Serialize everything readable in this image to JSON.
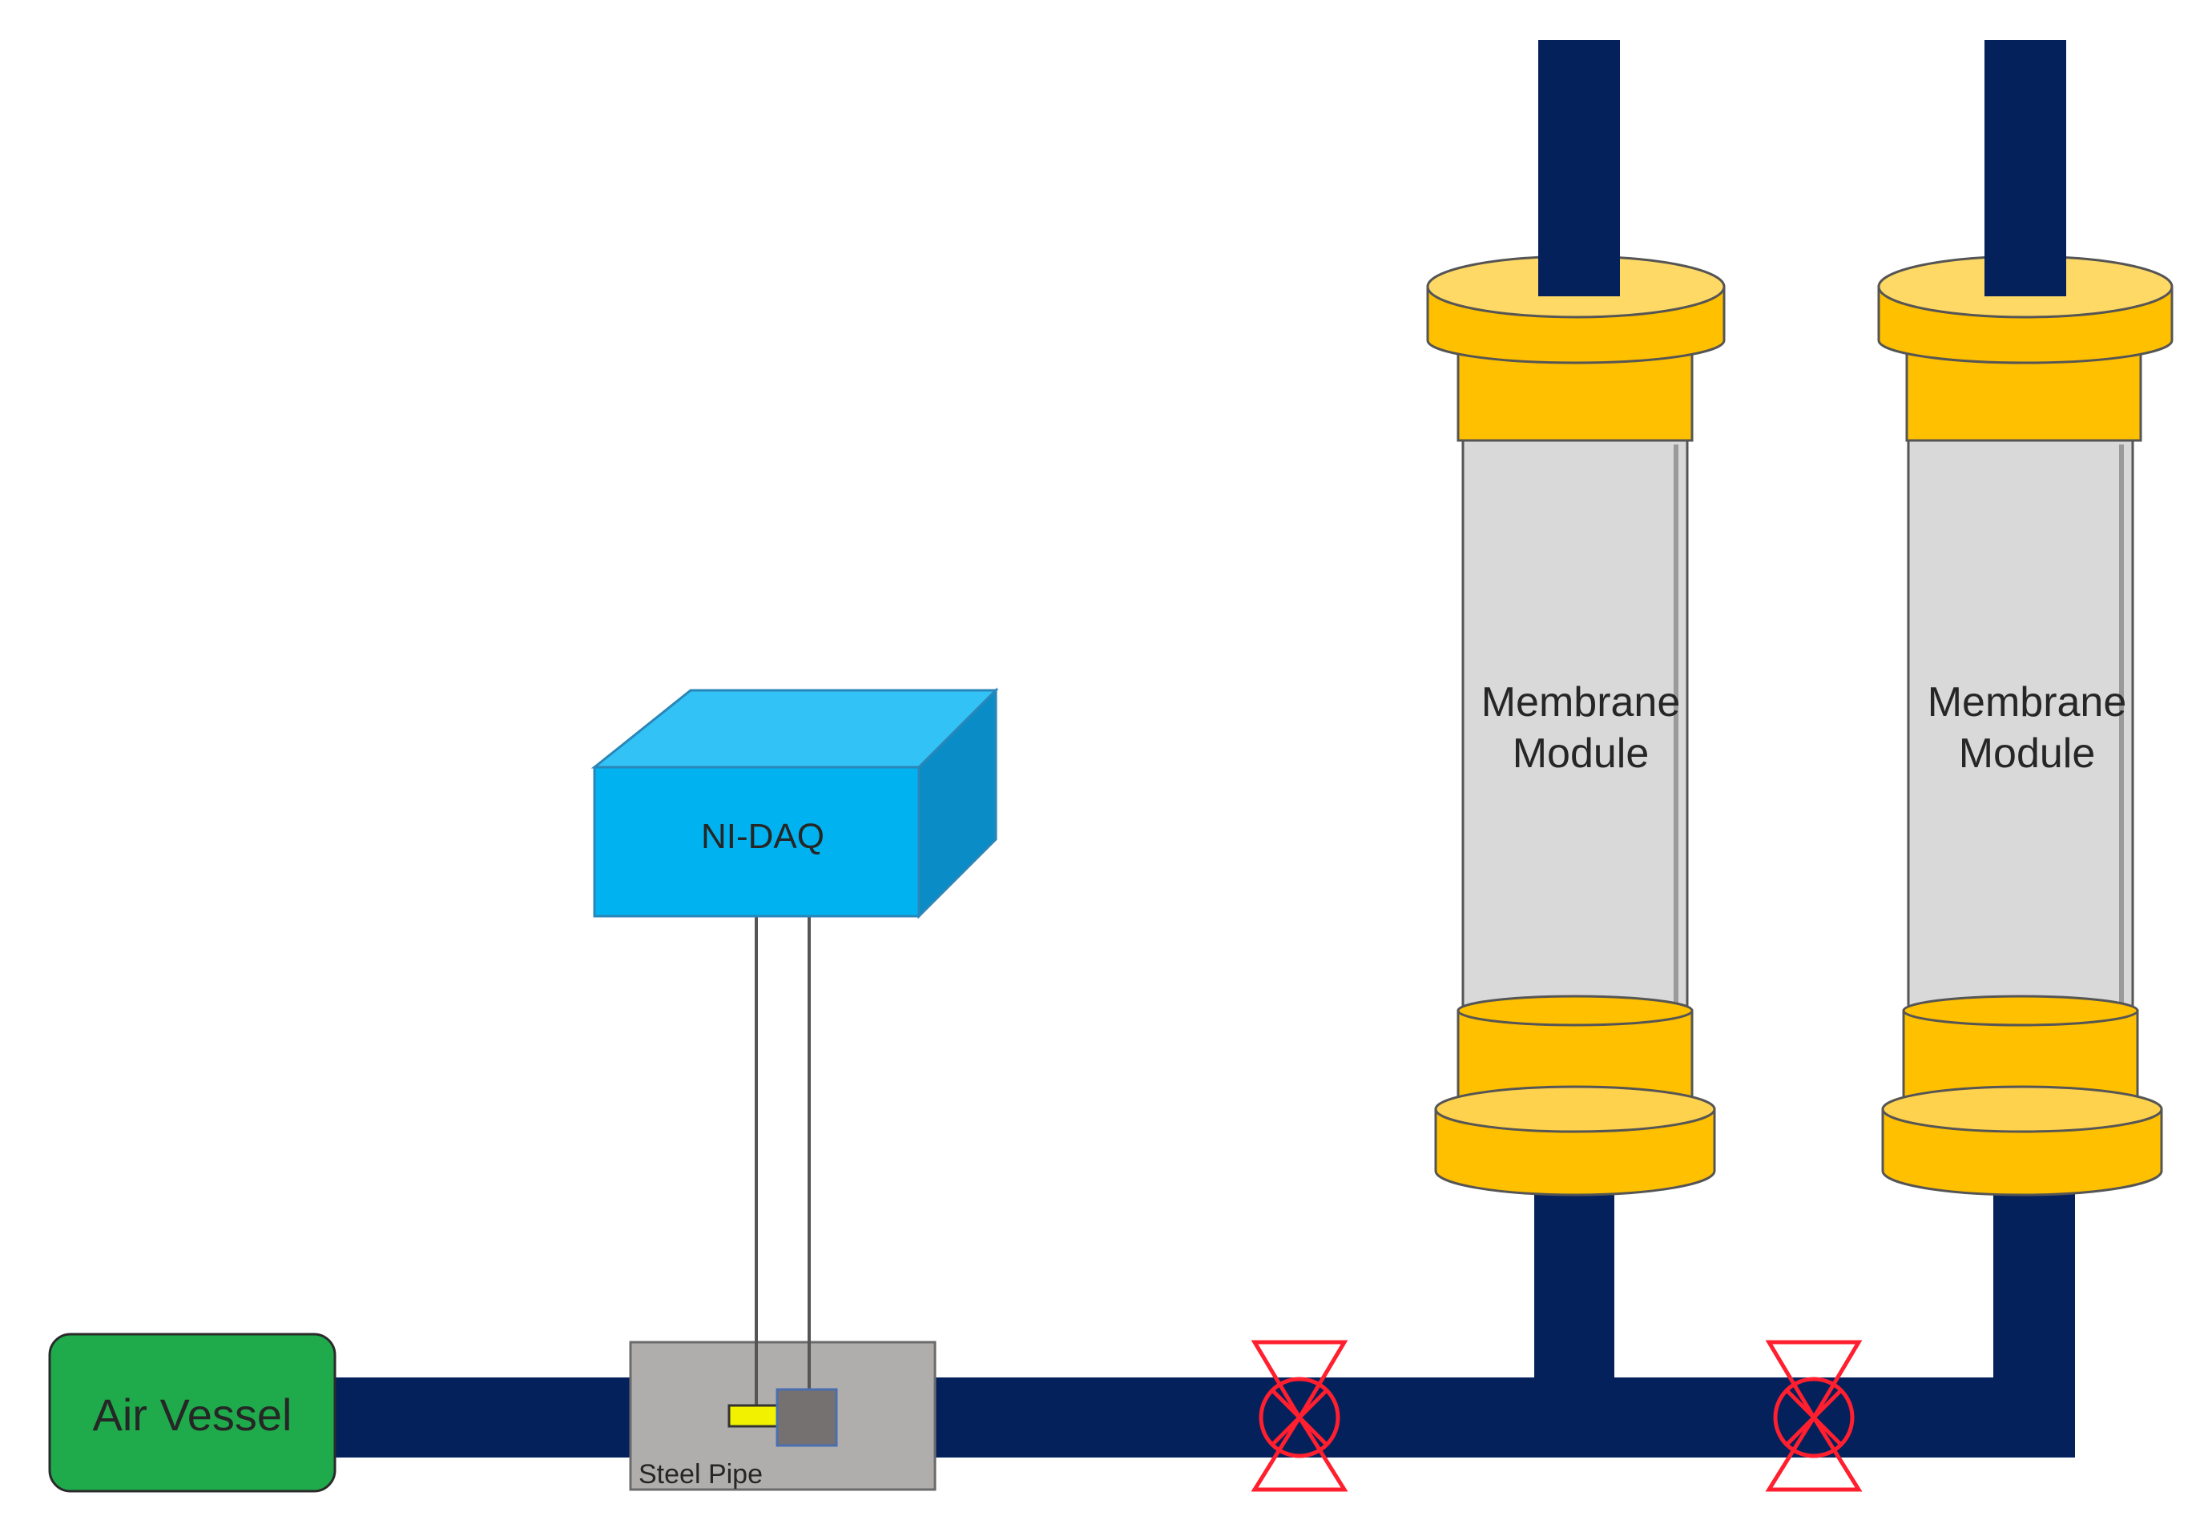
{
  "labels": {
    "air_vessel": "Air Vessel",
    "steel_pipe": "Steel Pipe",
    "ni_daq": "NI-DAQ",
    "membrane_1_line1": "Membrane",
    "membrane_1_line2": "Module",
    "membrane_2_line1": "Membrane",
    "membrane_2_line2": "Module"
  },
  "colors": {
    "pipe": "#04215c",
    "air_vessel": "#1fab4b",
    "steel_pipe": "#b0aeac",
    "daq_front": "#00b2ef",
    "daq_top": "#33c2f5",
    "daq_side": "#0a8cc6",
    "cap": "#ffc000",
    "cap_top": "#ffd966",
    "membrane_body": "#d9d9d9",
    "valve": "#ff1f2e",
    "sensor": "#f2f200",
    "transducer": "#767171"
  }
}
